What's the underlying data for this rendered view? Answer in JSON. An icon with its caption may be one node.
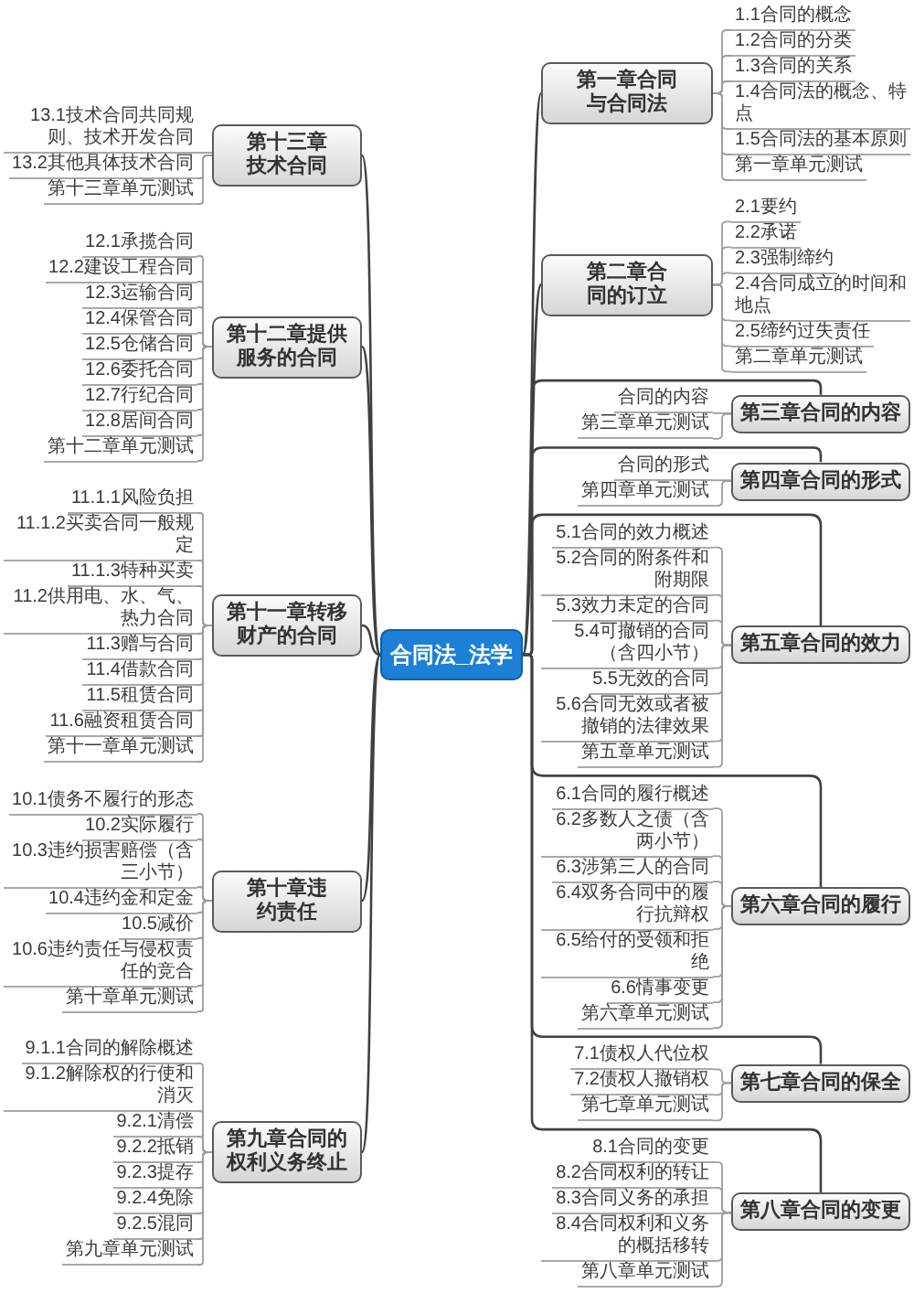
{
  "diagram": {
    "nodes": [
      {
        "text": [
          "合同法_法学"
        ]
      },
      {
        "text": [
          "第一章合同与合同法"
        ]
      },
      {
        "text": [
          "1.1合同的概念"
        ]
      },
      {
        "text": [
          "1.2合同的分类"
        ]
      },
      {
        "text": [
          "1.3合同的关系"
        ]
      },
      {
        "text": [
          "1.4合同法的概念、特点"
        ]
      },
      {
        "text": [
          "1.5合同法的基本原则"
        ]
      },
      {
        "text": [
          "第一章单元测试"
        ]
      },
      {
        "text": [
          "第二章合同的订立"
        ]
      },
      {
        "text": [
          "2.1要约"
        ]
      },
      {
        "text": [
          "2.2承诺"
        ]
      },
      {
        "text": [
          "2.3强制缔约"
        ]
      },
      {
        "text": [
          "2.4合同成立的时间和地点"
        ]
      },
      {
        "text": [
          "2.5缔约过失责任"
        ]
      },
      {
        "text": [
          "第二章单元测试"
        ]
      },
      {
        "text": [
          "第三章合同的内容"
        ]
      },
      {
        "text": [
          "合同的内容"
        ]
      },
      {
        "text": [
          "第三章单元测试"
        ]
      },
      {
        "text": [
          "第四章合同的形式"
        ]
      },
      {
        "text": [
          "合同的形式"
        ]
      },
      {
        "text": [
          "第四章单元测试"
        ]
      },
      {
        "text": [
          "第五章合同的效力"
        ]
      },
      {
        "text": [
          "5.1合同的效力概述"
        ]
      },
      {
        "text": [
          "5.2合同的附条件和附期限"
        ]
      },
      {
        "text": [
          "5.3效力未定的合同"
        ]
      },
      {
        "text": [
          "5.4可撤销的合同（含四小节）"
        ]
      },
      {
        "text": [
          "5.5无效的合同"
        ]
      },
      {
        "text": [
          "5.6合同无效或者被撤销的法律效果"
        ]
      },
      {
        "text": [
          "第五章单元测试"
        ]
      },
      {
        "text": [
          "第六章合同的履行"
        ]
      },
      {
        "text": [
          "6.1合同的履行概述"
        ]
      },
      {
        "text": [
          "6.2多数人之债（含两小节）"
        ]
      },
      {
        "text": [
          "6.3涉第三人的合同"
        ]
      },
      {
        "text": [
          "6.4双务合同中的履行抗辩权"
        ]
      },
      {
        "text": [
          "6.5给付的受领和拒绝"
        ]
      },
      {
        "text": [
          "6.6情事变更"
        ]
      },
      {
        "text": [
          "第六章单元测试"
        ]
      },
      {
        "text": [
          "第七章合同的保全"
        ]
      },
      {
        "text": [
          "7.1债权人代位权"
        ]
      },
      {
        "text": [
          "7.2债权人撤销权"
        ]
      },
      {
        "text": [
          "第七章单元测试"
        ]
      },
      {
        "text": [
          "第八章合同的变更"
        ]
      },
      {
        "text": [
          "8.1合同的变更"
        ]
      },
      {
        "text": [
          "8.2合同权利的转让"
        ]
      },
      {
        "text": [
          "8.3合同义务的承担"
        ]
      },
      {
        "text": [
          "8.4合同权利和义务的概括移转"
        ]
      },
      {
        "text": [
          "第八章单元测试"
        ]
      },
      {
        "text": [
          "第九章合同的权利义务终止"
        ]
      },
      {
        "text": [
          "9.1.1合同的解除概述"
        ]
      },
      {
        "text": [
          "9.1.2解除权的行使和消灭"
        ]
      },
      {
        "text": [
          "9.2.1清偿"
        ]
      },
      {
        "text": [
          "9.2.2抵销"
        ]
      },
      {
        "text": [
          "9.2.3提存"
        ]
      },
      {
        "text": [
          "9.2.4免除"
        ]
      },
      {
        "text": [
          "9.2.5混同"
        ]
      },
      {
        "text": [
          "第九章单元测试"
        ]
      },
      {
        "text": [
          "第十章违约责任"
        ]
      },
      {
        "text": [
          "10.1债务不履行的形态"
        ]
      },
      {
        "text": [
          "10.2实际履行"
        ]
      },
      {
        "text": [
          "10.3违约损害赔偿（含三小节）"
        ]
      },
      {
        "text": [
          "10.4违约金和定金"
        ]
      },
      {
        "text": [
          "10.5减价"
        ]
      },
      {
        "text": [
          "10.6违约责任与侵权责任的竞合"
        ]
      },
      {
        "text": [
          "第十章单元测试"
        ]
      },
      {
        "text": [
          "第十一章转移财产的合同"
        ]
      },
      {
        "text": [
          "11.1.1风险负担"
        ]
      },
      {
        "text": [
          "11.1.2买卖合同一般规定"
        ]
      },
      {
        "text": [
          "11.1.3特种买卖"
        ]
      },
      {
        "text": [
          "11.2供用电、水、气、热力合同"
        ]
      },
      {
        "text": [
          "11.3赠与合同"
        ]
      },
      {
        "text": [
          "11.4借款合同"
        ]
      },
      {
        "text": [
          "11.5租赁合同"
        ]
      },
      {
        "text": [
          "11.6融资租赁合同"
        ]
      },
      {
        "text": [
          "第十一章单元测试"
        ]
      },
      {
        "text": [
          "第十二章提供服务的合同"
        ]
      },
      {
        "text": [
          "12.1承揽合同"
        ]
      },
      {
        "text": [
          "12.2建设工程合同"
        ]
      },
      {
        "text": [
          "12.3运输合同"
        ]
      },
      {
        "text": [
          "12.4保管合同"
        ]
      },
      {
        "text": [
          "12.5仓储合同"
        ]
      },
      {
        "text": [
          "12.6委托合同"
        ]
      },
      {
        "text": [
          "12.7行纪合同"
        ]
      },
      {
        "text": [
          "12.8居间合同"
        ]
      },
      {
        "text": [
          "第十二章单元测试"
        ]
      },
      {
        "text": [
          "第十三章技术合同"
        ]
      },
      {
        "text": [
          "13.1技术合同共同规则、技术开发合同"
        ]
      },
      {
        "text": [
          "13.2其他具体技术合同"
        ]
      },
      {
        "text": [
          "第十三章单元测试"
        ]
      }
    ],
    "edges": [
      {
        "from": 0,
        "to": 1,
        "arrow": "none",
        "color": "#404040"
      },
      {
        "from": 1,
        "to": 2,
        "arrow": "none"
      },
      {
        "from": 1,
        "to": 3,
        "arrow": "none"
      },
      {
        "from": 1,
        "to": 4,
        "arrow": "none"
      },
      {
        "from": 1,
        "to": 5,
        "arrow": "none"
      },
      {
        "from": 1,
        "to": 6,
        "arrow": "none"
      },
      {
        "from": 1,
        "to": 7,
        "arrow": "none"
      },
      {
        "from": 0,
        "to": 8,
        "arrow": "none",
        "color": "#404040"
      },
      {
        "from": 8,
        "to": 9,
        "arrow": "none"
      },
      {
        "from": 8,
        "to": 10,
        "arrow": "none"
      },
      {
        "from": 8,
        "to": 11,
        "arrow": "none"
      },
      {
        "from": 8,
        "to": 12,
        "arrow": "none"
      },
      {
        "from": 8,
        "to": 13,
        "arrow": "none"
      },
      {
        "from": 8,
        "to": 14,
        "arrow": "none"
      },
      {
        "from": 0,
        "to": 15,
        "arrow": "none",
        "color": "#404040"
      },
      {
        "from": 15,
        "to": 16,
        "arrow": "none"
      },
      {
        "from": 15,
        "to": 17,
        "arrow": "none"
      },
      {
        "from": 0,
        "to": 18,
        "arrow": "none",
        "color": "#404040"
      },
      {
        "from": 18,
        "to": 19,
        "arrow": "none"
      },
      {
        "from": 18,
        "to": 20,
        "arrow": "none"
      },
      {
        "from": 0,
        "to": 21,
        "arrow": "none",
        "color": "#404040"
      },
      {
        "from": 21,
        "to": 22,
        "arrow": "none"
      },
      {
        "from": 21,
        "to": 23,
        "arrow": "none"
      },
      {
        "from": 21,
        "to": 24,
        "arrow": "none"
      },
      {
        "from": 21,
        "to": 25,
        "arrow": "none"
      },
      {
        "from": 21,
        "to": 26,
        "arrow": "none"
      },
      {
        "from": 21,
        "to": 27,
        "arrow": "none"
      },
      {
        "from": 21,
        "to": 28,
        "arrow": "none"
      },
      {
        "from": 0,
        "to": 29,
        "arrow": "none",
        "color": "#404040"
      },
      {
        "from": 29,
        "to": 30,
        "arrow": "none"
      },
      {
        "from": 29,
        "to": 31,
        "arrow": "none"
      },
      {
        "from": 29,
        "to": 32,
        "arrow": "none"
      },
      {
        "from": 29,
        "to": 33,
        "arrow": "none"
      },
      {
        "from": 29,
        "to": 34,
        "arrow": "none"
      },
      {
        "from": 29,
        "to": 35,
        "arrow": "none"
      },
      {
        "from": 29,
        "to": 36,
        "arrow": "none"
      },
      {
        "from": 0,
        "to": 37,
        "arrow": "none",
        "color": "#404040"
      },
      {
        "from": 37,
        "to": 38,
        "arrow": "none"
      },
      {
        "from": 37,
        "to": 39,
        "arrow": "none"
      },
      {
        "from": 37,
        "to": 40,
        "arrow": "none"
      },
      {
        "from": 0,
        "to": 41,
        "arrow": "none",
        "color": "#404040"
      },
      {
        "from": 41,
        "to": 42,
        "arrow": "none"
      },
      {
        "from": 41,
        "to": 43,
        "arrow": "none"
      },
      {
        "from": 41,
        "to": 44,
        "arrow": "none"
      },
      {
        "from": 41,
        "to": 45,
        "arrow": "none"
      },
      {
        "from": 41,
        "to": 46,
        "arrow": "none"
      },
      {
        "from": 0,
        "to": 47,
        "arrow": "none",
        "color": "#404040"
      },
      {
        "from": 47,
        "to": 48,
        "arrow": "none"
      },
      {
        "from": 47,
        "to": 49,
        "arrow": "none"
      },
      {
        "from": 47,
        "to": 50,
        "arrow": "none"
      },
      {
        "from": 47,
        "to": 51,
        "arrow": "none"
      },
      {
        "from": 47,
        "to": 52,
        "arrow": "none"
      },
      {
        "from": 47,
        "to": 53,
        "arrow": "none"
      },
      {
        "from": 47,
        "to": 54,
        "arrow": "none"
      },
      {
        "from": 47,
        "to": 55,
        "arrow": "none"
      },
      {
        "from": 0,
        "to": 56,
        "arrow": "none",
        "color": "#404040"
      },
      {
        "from": 56,
        "to": 57,
        "arrow": "none"
      },
      {
        "from": 56,
        "to": 58,
        "arrow": "none"
      },
      {
        "from": 56,
        "to": 59,
        "arrow": "none"
      },
      {
        "from": 56,
        "to": 60,
        "arrow": "none"
      },
      {
        "from": 56,
        "to": 61,
        "arrow": "none"
      },
      {
        "from": 56,
        "to": 62,
        "arrow": "none"
      },
      {
        "from": 56,
        "to": 63,
        "arrow": "none"
      },
      {
        "from": 0,
        "to": 64,
        "arrow": "none",
        "color": "#404040"
      },
      {
        "from": 64,
        "to": 65,
        "arrow": "none"
      },
      {
        "from": 64,
        "to": 66,
        "arrow": "none"
      },
      {
        "from": 64,
        "to": 67,
        "arrow": "none"
      },
      {
        "from": 64,
        "to": 68,
        "arrow": "none"
      },
      {
        "from": 64,
        "to": 69,
        "arrow": "none"
      },
      {
        "from": 64,
        "to": 70,
        "arrow": "none"
      },
      {
        "from": 64,
        "to": 71,
        "arrow": "none"
      },
      {
        "from": 64,
        "to": 72,
        "arrow": "none"
      },
      {
        "from": 64,
        "to": 73,
        "arrow": "none"
      },
      {
        "from": 0,
        "to": 74,
        "arrow": "none",
        "color": "#404040"
      },
      {
        "from": 74,
        "to": 75,
        "arrow": "none"
      },
      {
        "from": 74,
        "to": 76,
        "arrow": "none"
      },
      {
        "from": 74,
        "to": 77,
        "arrow": "none"
      },
      {
        "from": 74,
        "to": 78,
        "arrow": "none"
      },
      {
        "from": 74,
        "to": 79,
        "arrow": "none"
      },
      {
        "from": 74,
        "to": 80,
        "arrow": "none"
      },
      {
        "from": 74,
        "to": 81,
        "arrow": "none"
      },
      {
        "from": 74,
        "to": 82,
        "arrow": "none"
      },
      {
        "from": 74,
        "to": 83,
        "arrow": "none"
      },
      {
        "from": 0,
        "to": 84,
        "arrow": "none",
        "color": "#404040"
      },
      {
        "from": 84,
        "to": 85,
        "arrow": "none"
      },
      {
        "from": 84,
        "to": 86,
        "arrow": "none"
      },
      {
        "from": 84,
        "to": 87,
        "arrow": "none"
      }
    ]
  }
}
